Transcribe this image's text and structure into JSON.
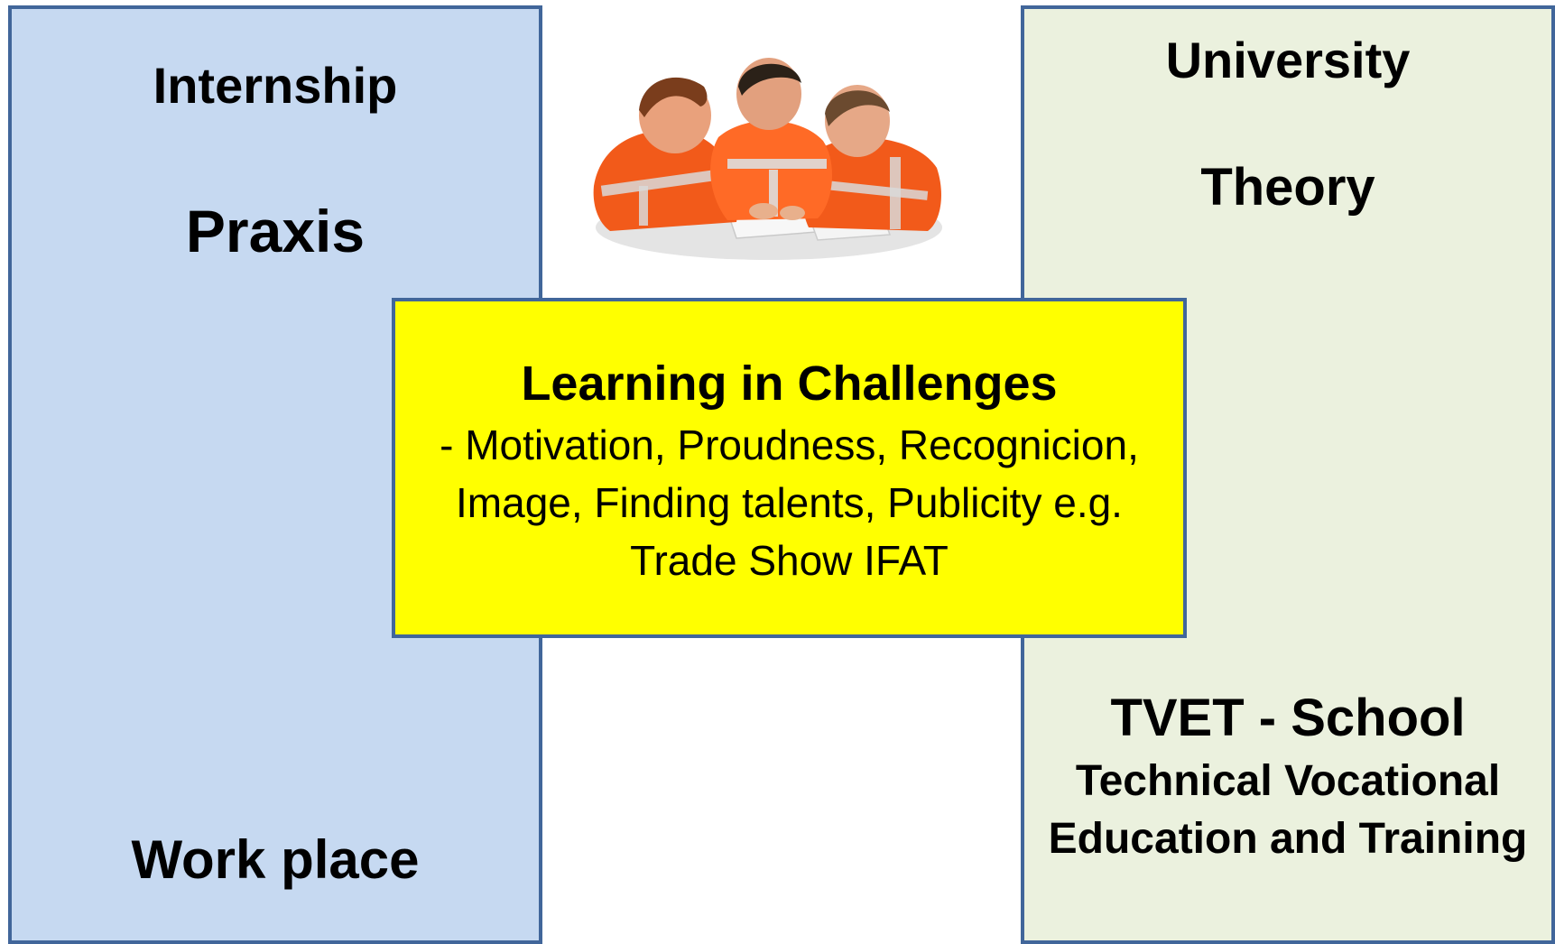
{
  "left_column": {
    "top_label": "Internship",
    "main_label": "Praxis",
    "bottom_label": "Work place",
    "fill_color": "#c6d9f1"
  },
  "right_column": {
    "top_label": "University",
    "main_label": "Theory",
    "bottom_title": "TVET - School",
    "bottom_desc_line1": "Technical Vocational",
    "bottom_desc_line2": "Education and Training",
    "fill_color": "#ebf1de"
  },
  "center_box": {
    "title": "Learning in Challenges",
    "line1": "- Motivation, Proudness,  Recognicion,",
    "line2": "Image, Finding talents, Publicity e.g.",
    "line3": "Trade Show IFAT",
    "fill_color": "#ffff00"
  },
  "photo": {
    "icon": "workers-photo-icon"
  },
  "border_color": "#41669a"
}
